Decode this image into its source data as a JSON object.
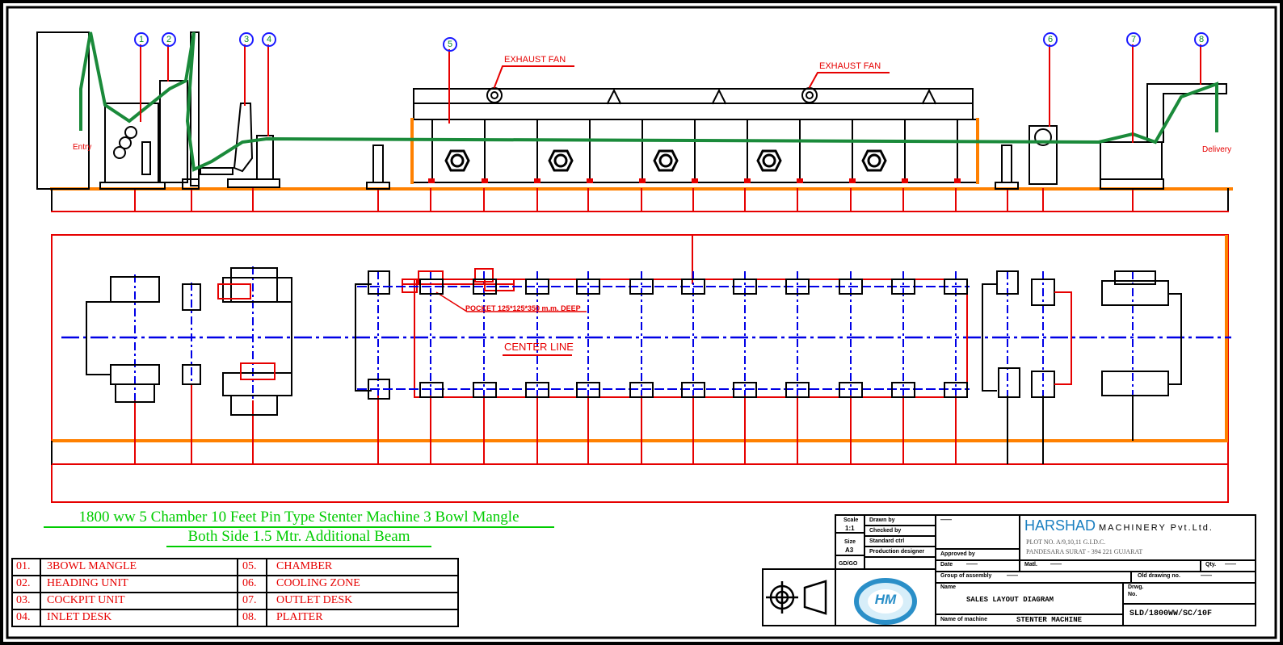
{
  "balloons": [
    {
      "num": "1"
    },
    {
      "num": "2"
    },
    {
      "num": "3"
    },
    {
      "num": "4"
    },
    {
      "num": "5"
    },
    {
      "num": "6"
    },
    {
      "num": "7"
    },
    {
      "num": "8"
    }
  ],
  "labels": {
    "exhaust_fan_1": "EXHAUST FAN",
    "exhaust_fan_2": "EXHAUST FAN",
    "entry": "Entry",
    "delivery": "Delivery",
    "pocket": "POCKET 125*125*350 m.m. DEEP",
    "center_line": "CENTER LINE"
  },
  "title": {
    "line1": "1800 ww 5 Chamber 10 Feet Pin Type Stenter Machine 3 Bowl Mangle",
    "line2": "Both Side 1.5 Mtr. Additional Beam"
  },
  "parts_list": [
    {
      "no": "01.",
      "name": "3BOWL MANGLE"
    },
    {
      "no": "02.",
      "name": "HEADING UNIT"
    },
    {
      "no": "03.",
      "name": "COCKPIT UNIT"
    },
    {
      "no": "04.",
      "name": "INLET DESK"
    },
    {
      "no": "05.",
      "name": "CHAMBER"
    },
    {
      "no": "06.",
      "name": "COOLING ZONE"
    },
    {
      "no": "07.",
      "name": "OUTLET DESK"
    },
    {
      "no": "08.",
      "name": "PLAITER"
    }
  ],
  "title_block": {
    "scale_label": "Scale",
    "scale_value": "1:1",
    "size_label": "Size",
    "size_value": "A3",
    "drawn_by": "Drawn by",
    "checked_by": "Checked by",
    "standard_ctrl": "Standard ctrl",
    "production_designer": "Production designer",
    "approved_by": "Approved by",
    "date": "Date",
    "dash": "——",
    "dash_long": "————",
    "qty_label": "Qty.",
    "group_assembly": "Group of assembly",
    "old_drawing": "Old drawing no.",
    "name_label": "Name",
    "name_value": "SALES LAYOUT DIAGRAM",
    "machine_label": "Name of machine",
    "machine_value": "STENTER MACHINE",
    "drwg_label": "Drwg.",
    "drwg_no_label": "No.",
    "drwg_no": "SLD/1800WW/SC/10F",
    "mat_label": "Matl.",
    "mat_value": "——",
    "sheet_label": "Qty.",
    "sheet_value": "——",
    "gd_label": "GD/GO"
  },
  "company": {
    "name_main": "HARSHAD",
    "name_rest": "MACHINERY Pvt.Ltd.",
    "address1": "PLOT NO. A/9,10,11 G.I.D.C.",
    "address2": "PANDESARA SURAT - 394 221 GUJARAT",
    "logo_text": "HM"
  },
  "colors": {
    "frame": "#000000",
    "dimension": "#e60000",
    "centerline": "#0000e6",
    "fabric": "#1a8a3a",
    "floor": "#ff8000",
    "title_text": "#00cc00"
  }
}
